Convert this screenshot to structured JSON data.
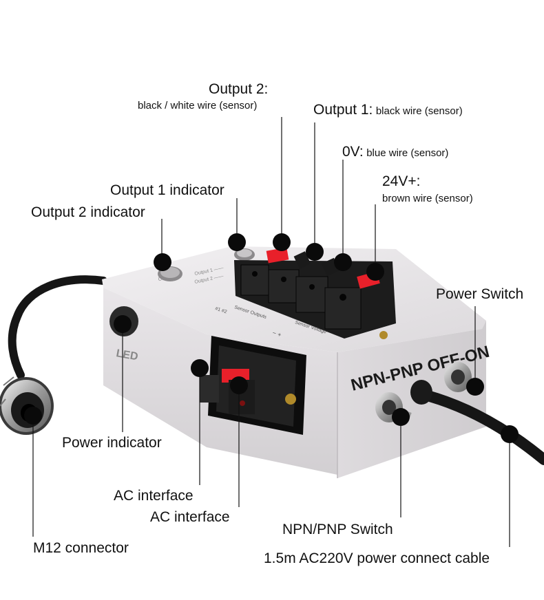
{
  "labels": {
    "output2": {
      "title": "Output 2:",
      "desc": "black / white wire (sensor)"
    },
    "output1": {
      "title": "Output 1:",
      "desc": "black wire (sensor)"
    },
    "zero_v": {
      "title": "0V:",
      "desc": "blue wire (sensor)"
    },
    "v24": {
      "title": "24V+:",
      "desc": "brown wire (sensor)"
    },
    "output1_indicator": "Output 1 indicator",
    "output2_indicator": "Output 2 indicator",
    "power_switch": "Power Switch",
    "power_indicator": "Power indicator",
    "ac_interface_1": "AC interface",
    "ac_interface_2": "AC interface",
    "npn_pnp_switch": "NPN/PNP Switch",
    "m12_connector": "M12 connector",
    "power_cable": "1.5m AC220V power connect cable"
  },
  "device": {
    "top_print": "NPN-PNP OFF-ON",
    "led_print": "LED",
    "terminal_print_1": "Sensor Outputs",
    "terminal_print_2": "Sensor Voltage",
    "terminal_print_3": "#1  #2",
    "terminal_print_4": "−   +"
  },
  "colors": {
    "box": "#e6e3e6",
    "terminal": "#1c1c1c",
    "lever_red": "#e8202a",
    "cable": "#161616",
    "marker": "#0a0a0a"
  }
}
